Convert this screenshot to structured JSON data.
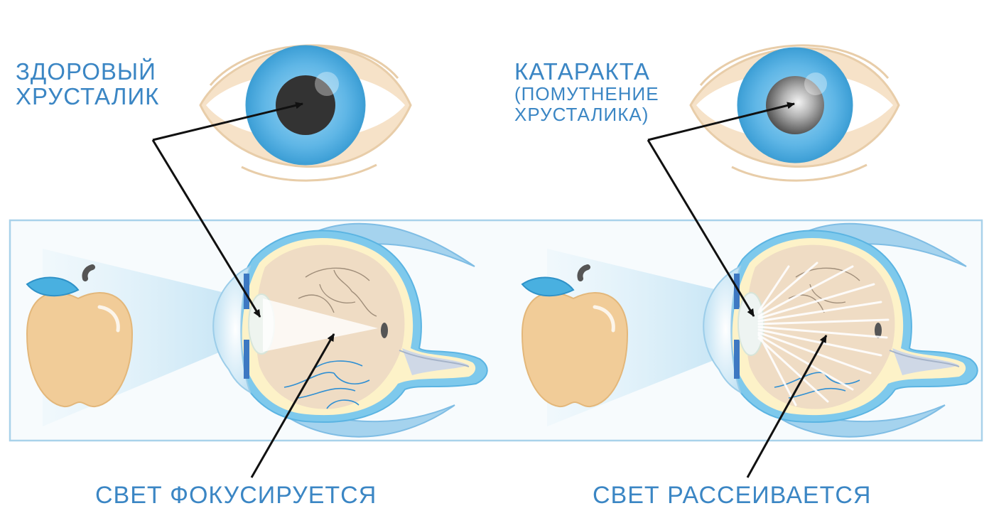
{
  "labels": {
    "healthy_lens": "ЗДОРОВЫЙ\nХРУСТАЛИК",
    "cataract_title": "КАТАРАКТА",
    "cataract_subtitle": "(ПОМУТНЕНИЕ\nХРУСТАЛИКА)",
    "light_focuses": "СВЕТ ФОКУСИРУЕТСЯ",
    "light_scatters": "СВЕТ РАССЕИВАЕТСЯ"
  },
  "colors": {
    "label_blue": "#3b86c4",
    "iris_blue": "#5fb6e6",
    "skin": "#f6e2c8",
    "apple": "#f1cc98",
    "apple_leaf": "#49b0e0",
    "panel_border": "#a9d2ea",
    "arrow": "#111111"
  },
  "icons": {
    "healthy_front_eye": "eye-front-healthy-icon",
    "cataract_front_eye": "eye-front-cataract-icon",
    "healthy_section": "eye-cross-section-icon",
    "cataract_section": "eye-cross-section-cataract-icon",
    "apple": "apple-icon"
  }
}
